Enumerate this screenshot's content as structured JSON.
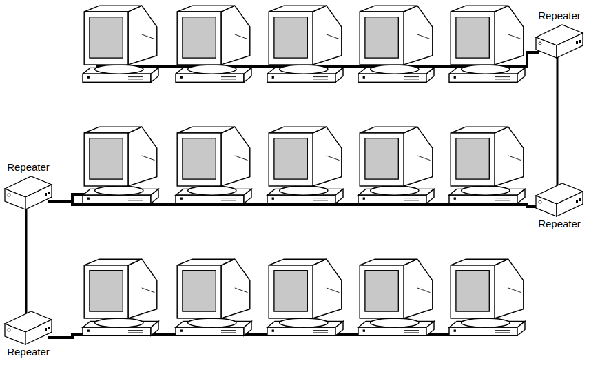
{
  "diagram": {
    "nodes": [
      {
        "text": [
          "Repeater"
        ]
      },
      {
        "text": [
          "Repeater"
        ]
      },
      {
        "text": [
          "Repeater"
        ]
      },
      {
        "text": [
          "Repeater"
        ]
      }
    ],
    "edges": [
      {
        "from": 0,
        "to": 2,
        "arrow": "none"
      },
      {
        "from": 1,
        "to": 3,
        "arrow": "none"
      }
    ]
  }
}
